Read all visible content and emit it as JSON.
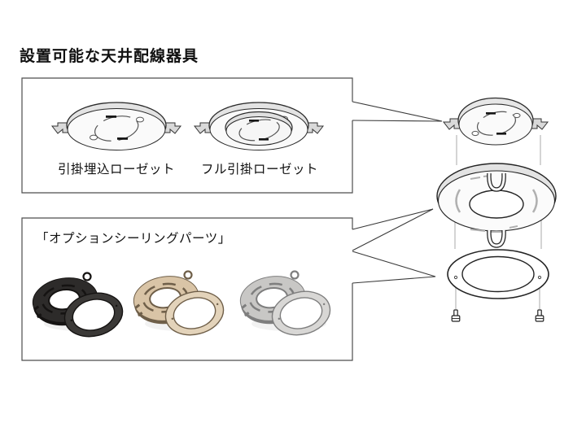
{
  "page": {
    "title": "設置可能な天井配線器具",
    "background": "#ffffff"
  },
  "rosette_box": {
    "items": [
      {
        "label": "引掛埋込ローゼット"
      },
      {
        "label": "フル引掛ローゼット"
      }
    ]
  },
  "option_box": {
    "label": "「オプションシーリングパーツ」",
    "parts": [
      {
        "name": "black-ceiling-part",
        "body_color": "#2d2b2a",
        "trim_color": "#3b3937",
        "detail_color": "#151312"
      },
      {
        "name": "beige-ceiling-part",
        "body_color": "#d9c4a6",
        "trim_color": "#e3d3ba",
        "detail_color": "#6f5f49"
      },
      {
        "name": "silver-ceiling-part",
        "body_color": "#c8c7c5",
        "trim_color": "#d8d7d5",
        "detail_color": "#7e7e7e"
      }
    ]
  },
  "line_art": {
    "outline_color": "#2a2a2a",
    "fill_light": "#e3e3e3"
  }
}
